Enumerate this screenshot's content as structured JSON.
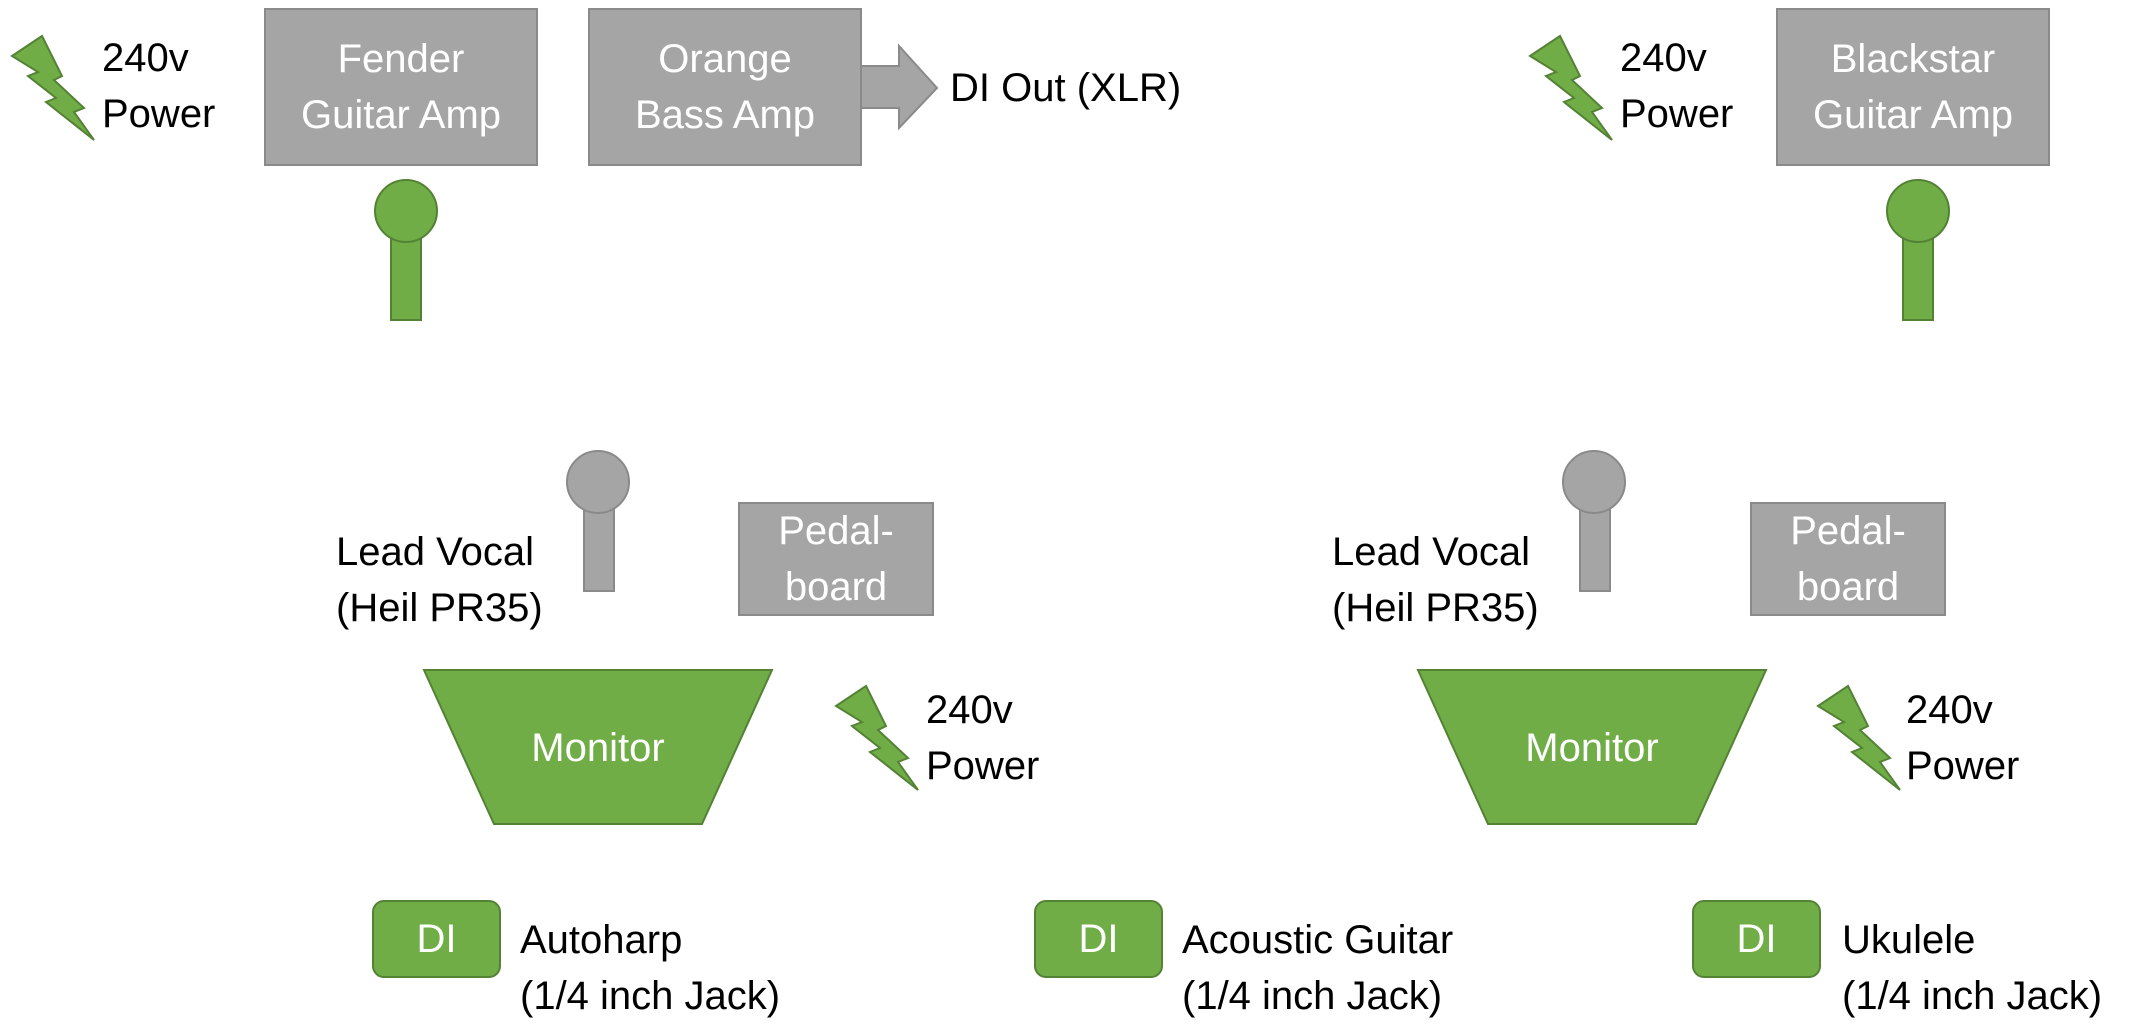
{
  "colors": {
    "green": "#70ad47",
    "green_border": "#548235",
    "gray": "#a5a5a5",
    "gray_border": "#8a8a8a"
  },
  "power": {
    "line1": "240v",
    "line2": "Power"
  },
  "amps": {
    "fender": {
      "line1": "Fender",
      "line2": "Guitar Amp"
    },
    "orange": {
      "line1": "Orange",
      "line2": "Bass Amp"
    },
    "blackstar": {
      "line1": "Blackstar",
      "line2": "Guitar Amp"
    }
  },
  "di_out": "DI Out (XLR)",
  "vocal": {
    "line1": "Lead Vocal",
    "line2": "(Heil PR35)"
  },
  "pedalboard": {
    "line1": "Pedal-",
    "line2": "board"
  },
  "monitor": "Monitor",
  "di_label": "DI",
  "instruments": {
    "autoharp": {
      "line1": "Autoharp",
      "line2": "(1/4 inch Jack)"
    },
    "acoustic": {
      "line1": "Acoustic Guitar",
      "line2": "(1/4 inch Jack)"
    },
    "ukulele": {
      "line1": "Ukulele",
      "line2": "(1/4 inch Jack)"
    }
  }
}
